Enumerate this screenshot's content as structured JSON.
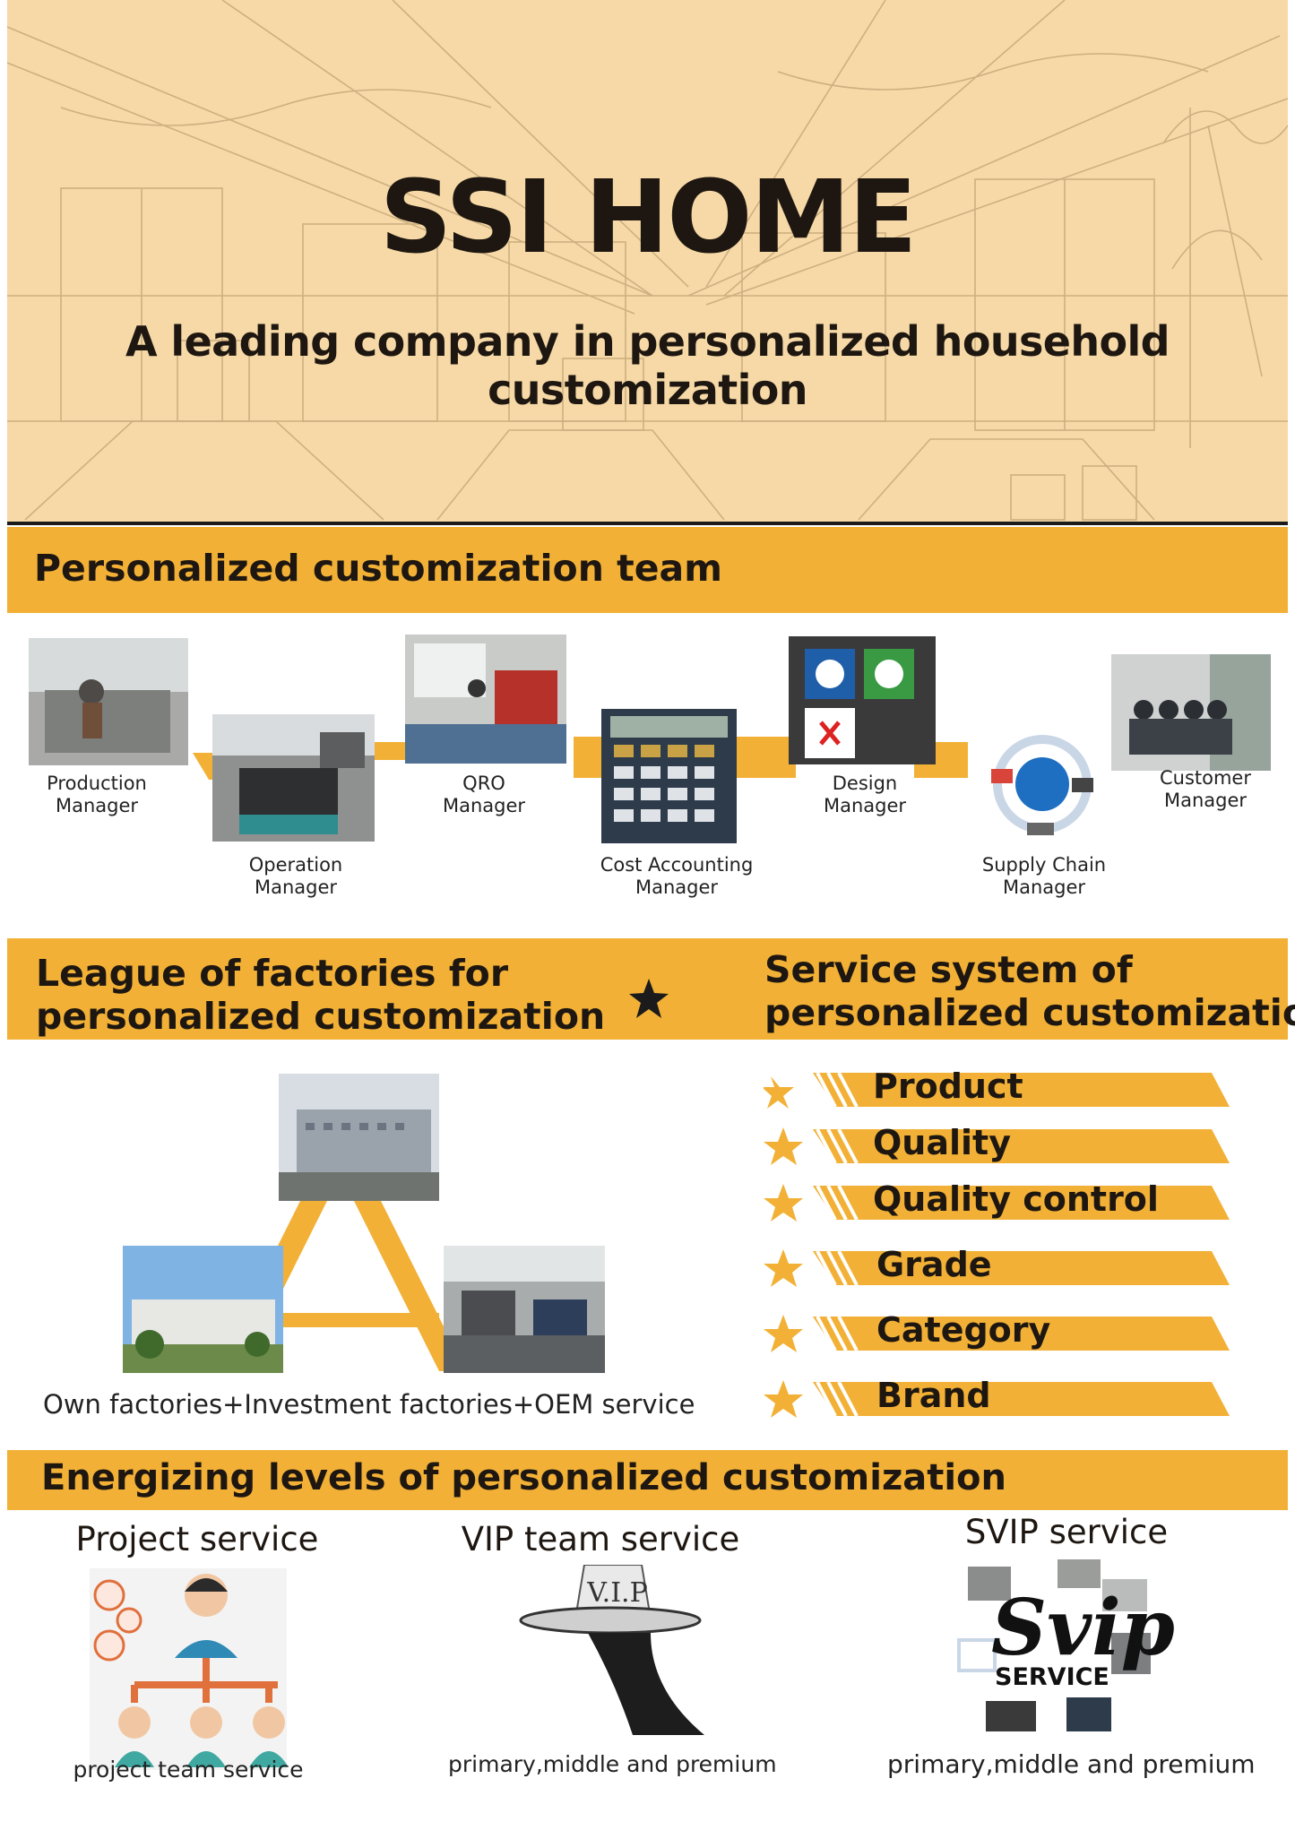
{
  "hero": {
    "title": "SSI HOME",
    "subtitle": "A leading company in personalized household customization"
  },
  "team": {
    "heading": "Personalized customization team",
    "roles": [
      {
        "line1": "Production",
        "line2": "Manager"
      },
      {
        "line1": "Operation",
        "line2": "Manager"
      },
      {
        "line1": "QRO",
        "line2": "Manager"
      },
      {
        "line1": "Cost Accounting",
        "line2": "Manager"
      },
      {
        "line1": "Design",
        "line2": "Manager"
      },
      {
        "line1": "Supply Chain",
        "line2": "Manager"
      },
      {
        "line1": "Customer",
        "line2": "Manager"
      }
    ]
  },
  "league": {
    "heading_line1": "League of factories for",
    "heading_line2": "personalized customization",
    "caption": "Own factories+Investment factories+OEM service"
  },
  "service_system": {
    "heading_line1": "Service system of",
    "heading_line2": "personalized customization",
    "items": [
      "Product",
      "Quality",
      "Quality control",
      "Grade",
      "Category",
      "Brand"
    ]
  },
  "levels": {
    "heading": "Energizing levels of personalized customization",
    "columns": [
      {
        "title": "Project service",
        "caption": "project team service"
      },
      {
        "title": "VIP team service",
        "caption": "primary,middle and premium",
        "card_text": "V.I.P"
      },
      {
        "title": "SVIP service",
        "caption": "primary,middle and premium",
        "logo_text": "Svip",
        "logo_sub": "SERVICE"
      }
    ]
  },
  "colors": {
    "band": "#f2b136",
    "hero_bg": "#f6d9a6",
    "text": "#1e1711"
  }
}
